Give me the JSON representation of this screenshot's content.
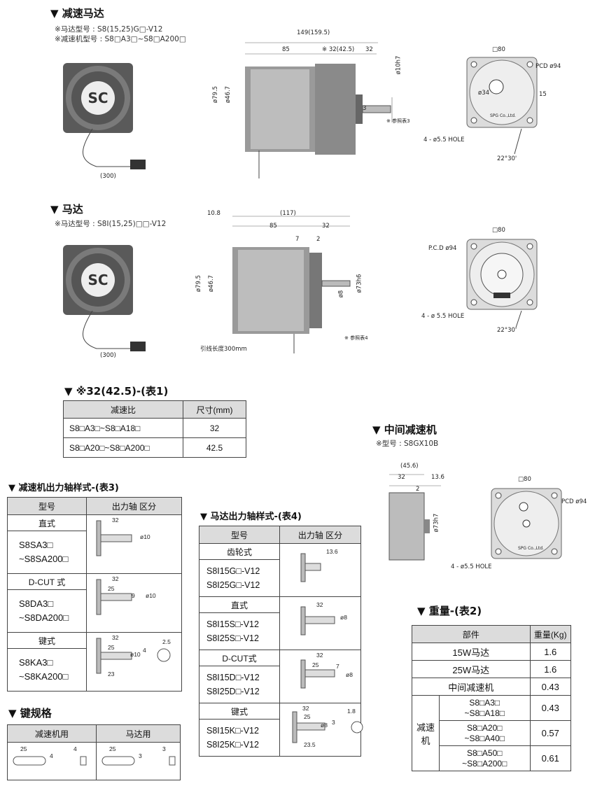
{
  "sec_reducer_motor": {
    "title": "▼ 减速马达",
    "notes": [
      "※马达型号 : S8(15,25)G□-V12",
      "※减速机型号 : S8□A3□~S8□A200□"
    ],
    "dims": [
      "149(159.5)",
      "85",
      "※ 32(42.5)",
      "32",
      "3",
      "ø79.5",
      "ø46.7",
      "ø10h7",
      "(300)",
      "※ 参照表3",
      "□80",
      "PCD ø94",
      "ø34",
      "15",
      "4 - ø5.5 HOLE",
      "22°30'",
      "SPG Co.,Ltd."
    ]
  },
  "sec_motor": {
    "title": "▼ 马达",
    "notes": [
      "※马达型号 : S8I(15,25)□□-V12"
    ],
    "dims": [
      "10.8",
      "(117)",
      "85",
      "32",
      "7",
      "2",
      "ø79.5",
      "ø46.7",
      "ø73h6",
      "ø8",
      "(300)",
      "引线长度300mm",
      "※ 参照表4",
      "□80",
      "P.C.D ø94",
      "4 - ø 5.5 HOLE",
      "22°30'"
    ]
  },
  "table1": {
    "title": "▼ ※32(42.5)-(表1)",
    "headers": [
      "减速比",
      "尺寸(mm)"
    ],
    "rows": [
      [
        "S8□A3□~S8□A18□",
        "32"
      ],
      [
        "S8□A20□~S8□A200□",
        "42.5"
      ]
    ]
  },
  "sec_middle": {
    "title": "▼ 中间减速机",
    "note": "※型号 : S8GX10B",
    "dims": [
      "(45.6)",
      "32",
      "13.6",
      "2",
      "ø73h7",
      "□80",
      "PCD ø94",
      "4 - ø5.5 HOLE",
      "SPG Co.,Ltd."
    ]
  },
  "table3": {
    "title": "▼ 减速机出力轴样式-(表3)",
    "headers": [
      "型号",
      "出力轴 区分"
    ],
    "groups": [
      {
        "type": "直式",
        "models": [
          "S8SA3□",
          "~S8SA200□"
        ],
        "dims": [
          "32",
          "ø10"
        ]
      },
      {
        "type": "D-CUT 式",
        "models": [
          "S8DA3□",
          "~S8DA200□"
        ],
        "dims": [
          "32",
          "25",
          "9",
          "ø10"
        ]
      },
      {
        "type": "键式",
        "models": [
          "S8KA3□",
          "~S8KA200□"
        ],
        "dims": [
          "32",
          "25",
          "23",
          "ø10",
          "4",
          "2.5"
        ]
      }
    ]
  },
  "table4": {
    "title": "▼ 马达出力轴样式-(表4)",
    "headers": [
      "型号",
      "出力轴 区分"
    ],
    "groups": [
      {
        "type": "齿轮式",
        "models": [
          "S8I15G□-V12",
          "S8I25G□-V12"
        ],
        "dims": [
          "13.6"
        ]
      },
      {
        "type": "直式",
        "models": [
          "S8I15S□-V12",
          "S8I25S□-V12"
        ],
        "dims": [
          "32",
          "ø8"
        ]
      },
      {
        "type": "D-CUT式",
        "models": [
          "S8I15D□-V12",
          "S8I25D□-V12"
        ],
        "dims": [
          "32",
          "25",
          "7",
          "ø8"
        ]
      },
      {
        "type": "键式",
        "models": [
          "S8I15K□-V12",
          "S8I25K□-V12"
        ],
        "dims": [
          "32",
          "25",
          "23.5",
          "ø8",
          "3",
          "1.8"
        ]
      }
    ]
  },
  "table2": {
    "title": "▼ 重量-(表2)",
    "headers": [
      "部件",
      "重量(Kg)"
    ],
    "rows": [
      [
        "15W马达",
        "1.6"
      ],
      [
        "25W马达",
        "1.6"
      ],
      [
        "中间减速机",
        "0.43"
      ]
    ],
    "group_label": "减速机",
    "sub_rows": [
      [
        "S8□A3□",
        "~S8□A18□",
        "0.43"
      ],
      [
        "S8□A20□",
        "~S8□A40□",
        "0.57"
      ],
      [
        "S8□A50□",
        "~S8□A200□",
        "0.61"
      ]
    ]
  },
  "key_spec": {
    "title": "▼ 键规格",
    "headers": [
      "减速机用",
      "马达用"
    ],
    "dims": [
      "25",
      "4",
      "4",
      "25",
      "3",
      "3"
    ]
  }
}
